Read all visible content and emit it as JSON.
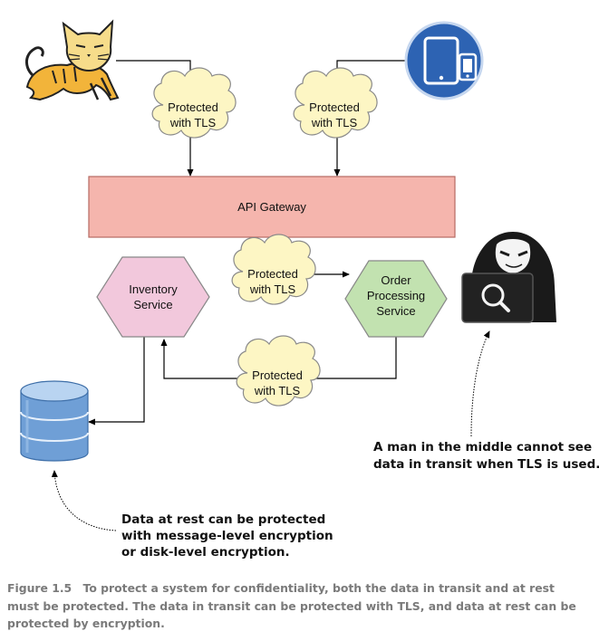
{
  "colors": {
    "gateway_fill": "#f5b5ad",
    "gateway_stroke": "#b66a63",
    "inventory_fill": "#f2c8dc",
    "order_fill": "#c2e2b0",
    "cloud_fill": "#fdf6c4",
    "cloud_stroke": "#8a8a8a",
    "device_badge": "#2d63b3",
    "database_fill": "#6f9fd6",
    "caption_text": "#7a7a7a"
  },
  "diagram": {
    "cloud_label_line1": "Protected",
    "cloud_label_line2": "with TLS",
    "api_gateway": "API Gateway",
    "inventory_line1": "Inventory",
    "inventory_line2": "Service",
    "order_line1": "Order",
    "order_line2": "Processing",
    "order_line3": "Service",
    "note_mitm_line1": "A man in the middle cannot see",
    "note_mitm_line2": "data in transit when TLS is used.",
    "note_rest_line1": "Data at rest can be protected",
    "note_rest_line2": "with message-level encryption",
    "note_rest_line3": "or disk-level encryption.",
    "icons": {
      "client": "tomcat-cat-icon",
      "device": "mobile-tablet-icon",
      "attacker": "hooded-hacker-icon",
      "storage": "database-icon"
    }
  },
  "caption": {
    "label": "Figure 1.5",
    "text": "To protect a system for confidentiality, both the data in transit and at rest must be protected. The data in transit can be protected with TLS, and data at rest can be protected by encryption."
  }
}
